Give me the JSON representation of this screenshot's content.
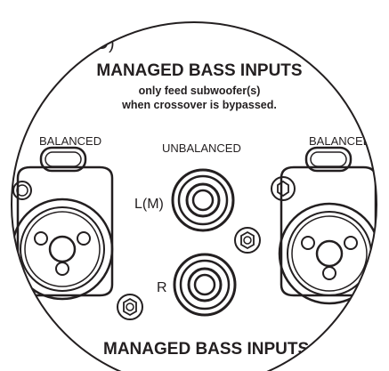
{
  "panel": {
    "top_cut_text": "NO)",
    "heading": "MANAGED BASS INPUTS",
    "subtitle_line1": "only feed subwoofer(s)",
    "subtitle_line2": "when crossover is bypassed.",
    "left_jack_label": "BALANCED",
    "center_label": "UNBALANCED",
    "right_jack_label": "BALANCED",
    "rca_top_label": "L(M)",
    "rca_bottom_label": "R",
    "bottom_heading": "MANAGED BASS INPUTS"
  },
  "colors": {
    "ink": "#231f20",
    "background": "#ffffff"
  }
}
